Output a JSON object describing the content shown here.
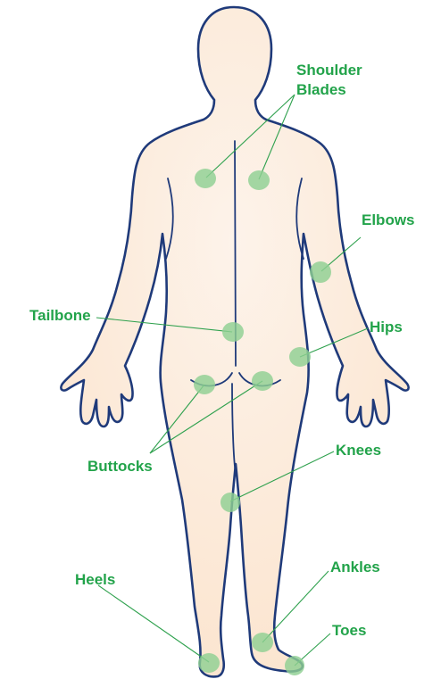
{
  "labels": {
    "shoulder_blades_line1": "Shoulder",
    "shoulder_blades_line2": "Blades",
    "elbows": "Elbows",
    "tailbone": "Tailbone",
    "hips": "Hips",
    "buttocks": "Buttocks",
    "knees": "Knees",
    "heels": "Heels",
    "ankles": "Ankles",
    "toes": "Toes"
  },
  "colors": {
    "label_text": "#22a34a",
    "leader_line": "#2fa14e",
    "pressure_spot": "#8fcf93",
    "body_outline": "#1f3a7a",
    "skin_light": "#fdf3ea",
    "skin_dark": "#fbe3cc"
  }
}
